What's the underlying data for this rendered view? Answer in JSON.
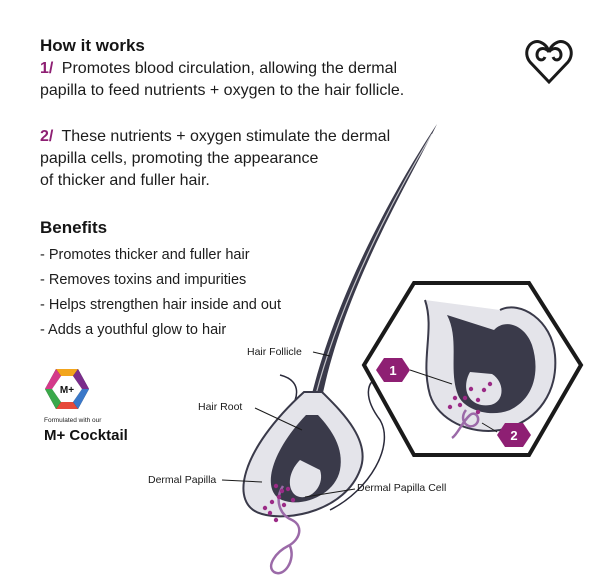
{
  "how_it_works": {
    "title": "How it works",
    "step1": {
      "num": "1/",
      "line1": "Promotes blood circulation, allowing the dermal",
      "line2": "papilla to feed nutrients + oxygen to the hair follicle."
    },
    "step2": {
      "num": "2/",
      "line1": "These nutrients + oxygen stimulate the dermal",
      "line2": "papilla cells, promoting the appearance",
      "line3": "of thicker and fuller hair."
    }
  },
  "benefits": {
    "title": "Benefits",
    "items": [
      "- Promotes thicker and fuller hair",
      "- Removes toxins and impurities",
      "- Helps strengthen hair inside and out",
      "- Adds a youthful glow to hair"
    ]
  },
  "badge": {
    "logo_text": "M+",
    "caption": "Formulated with our",
    "name": "M+ Cocktail"
  },
  "diagram": {
    "labels": {
      "hair_follicle": "Hair Follicle",
      "hair_root": "Hair Root",
      "dermal_papilla": "Dermal Papilla",
      "dermal_papilla_cell": "Dermal Papilla Cell"
    },
    "callouts": [
      "1",
      "2"
    ]
  },
  "icons": [
    "brand-heart-icon",
    "m-plus-hexagon-icon"
  ],
  "colors": {
    "accent": "#8e1f73",
    "hair": "#3a3a4a",
    "follicle_fill": "#e4e4ea",
    "dots": "#9b2b86"
  }
}
